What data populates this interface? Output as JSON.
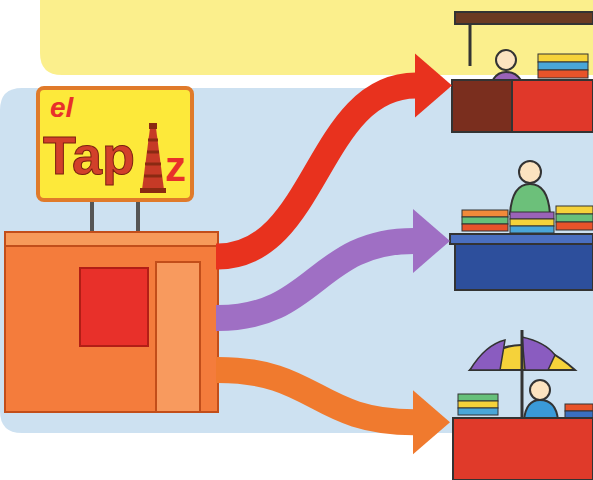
{
  "diagram": {
    "nodes": [
      {
        "text": [
          "el",
          "Tap",
          "z"
        ]
      },
      {
        "text": []
      },
      {
        "text": []
      },
      {
        "text": []
      }
    ],
    "edges": [
      {
        "from": 0,
        "to": 1,
        "arrow": "to"
      },
      {
        "from": 0,
        "to": 2,
        "arrow": "to"
      },
      {
        "from": 0,
        "to": 3,
        "arrow": "to"
      }
    ]
  }
}
